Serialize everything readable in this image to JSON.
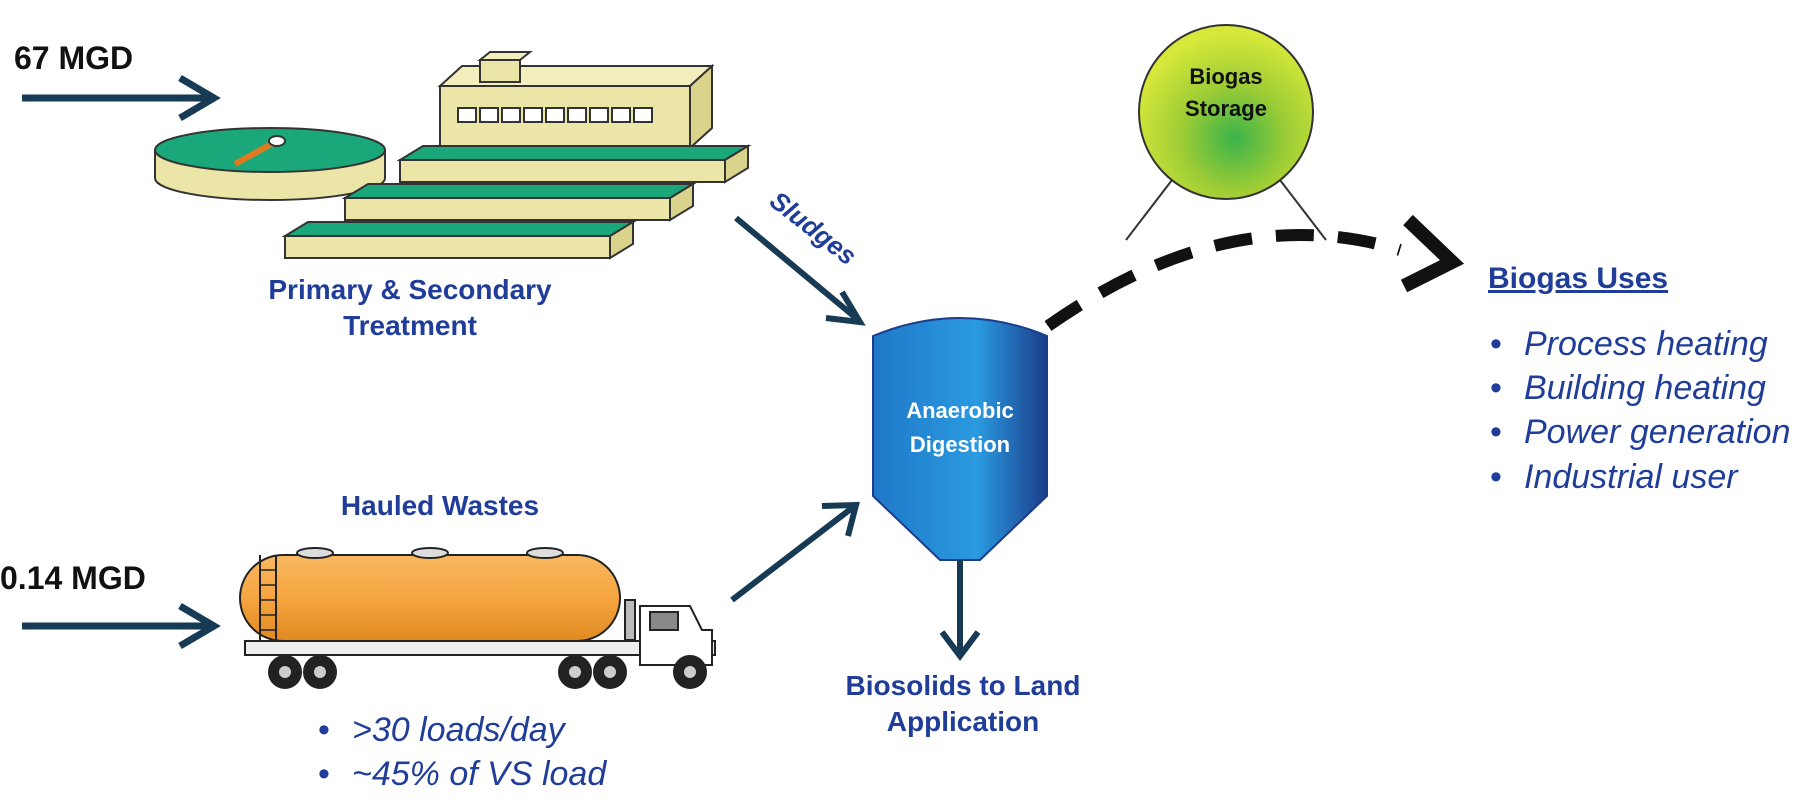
{
  "inputs": {
    "main_flow": "67 MGD",
    "hauled_flow": "0.14 MGD"
  },
  "treatment": {
    "label": "Primary & Secondary Treatment"
  },
  "hauled": {
    "title": "Hauled Wastes",
    "bullets": [
      ">30 loads/day",
      "~45% of VS load"
    ]
  },
  "sludges_label": "Sludges",
  "digester": {
    "label_line1": "Anaerobic",
    "label_line2": "Digestion"
  },
  "biosolids_label": "Biosolids to Land Application",
  "storage": {
    "line1": "Biogas",
    "line2": "Storage"
  },
  "biogas_uses": {
    "title": "Biogas Uses",
    "items": [
      "Process heating",
      "Building heating",
      "Power generation",
      "Industrial user"
    ]
  },
  "colors": {
    "arrow": "#173a55",
    "label_blue": "#1f3d99",
    "basin_green": "#1aa87a",
    "building_tan": "#ebe6a8",
    "tank_orange": "#f5a040",
    "digester_blue": "#2a86d6",
    "storage_green": "#a6d23a"
  }
}
